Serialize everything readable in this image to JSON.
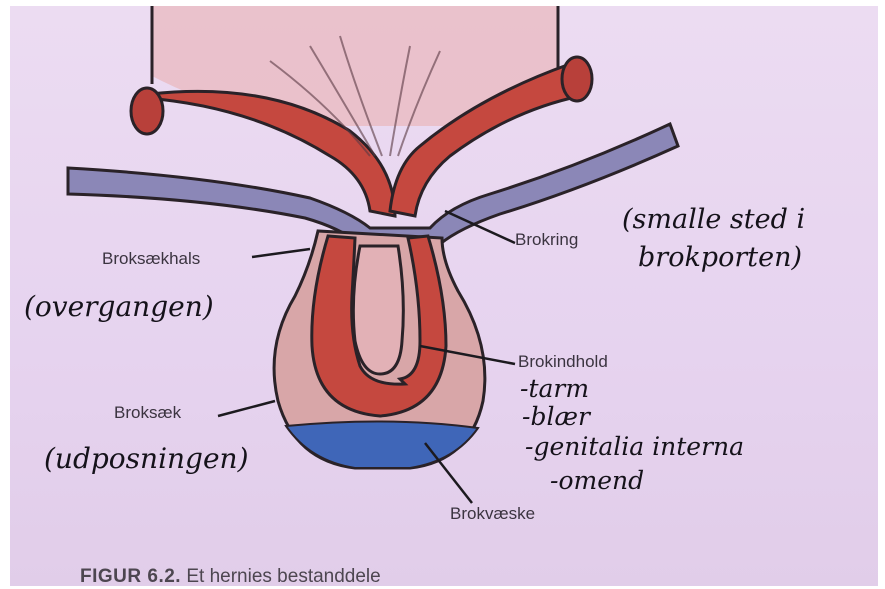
{
  "printed_labels": {
    "brokring": "Brokring",
    "broksaekhals": "Broksækhals",
    "brokindhold": "Brokindhold",
    "broksaek": "Broksæk",
    "brokvaeske": "Brokvæske"
  },
  "handwritten_notes": {
    "brokring_line1": "(smalle sted i",
    "brokring_line2": "brokporten)",
    "broksaekhals_note": "(overgangen)",
    "broksaek_note": "(udposningen)",
    "brokindhold_items": [
      "-tarm",
      "-blær",
      "-genitalia interna",
      "-omend"
    ]
  },
  "caption": {
    "prefix": "FIGUR 6.2.",
    "text": "Et hernies bestanddele"
  },
  "colors": {
    "intestine": "#c5483f",
    "sac_wall": "#d8a6a8",
    "abdominal_wall": "#8b87b7",
    "fluid": "#3f66b8",
    "background": "#e8d7f0"
  }
}
